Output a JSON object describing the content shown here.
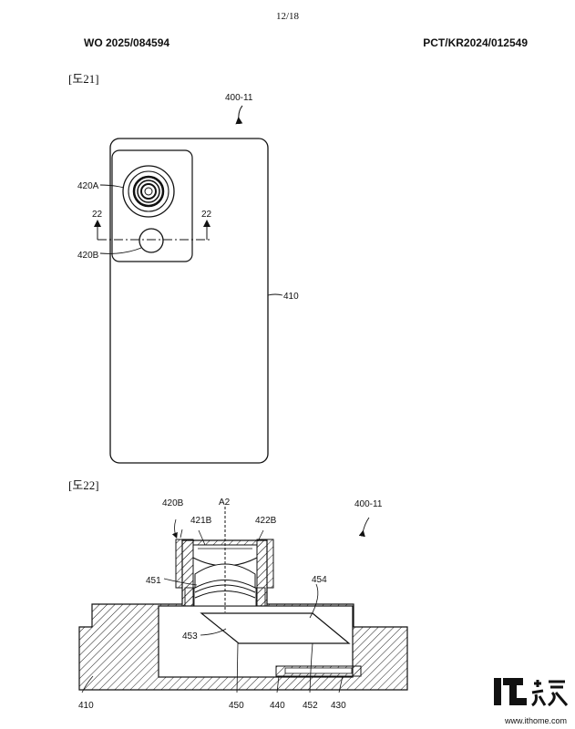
{
  "page": {
    "number": "12/18"
  },
  "header": {
    "pub_no": "WO 2025/084594",
    "app_no": "PCT/KR2024/012549"
  },
  "fig21": {
    "label": "[도21]",
    "refs": {
      "device": "400-11",
      "cam_a": "420A",
      "cam_b": "420B",
      "body": "410",
      "sec_left": "22",
      "sec_right": "22"
    }
  },
  "fig22": {
    "label": "[도22]",
    "refs": {
      "cam_b": "420B",
      "axis": "A2",
      "lens_front": "421B",
      "ring": "422B",
      "device": "400-11",
      "lens_inner": "451",
      "prism_edge": "454",
      "prism": "453",
      "housing": "410",
      "cavity": "450",
      "sensor_left": "440",
      "sensor_mid": "452",
      "sensor_base": "430"
    }
  },
  "watermark": {
    "logo": "IT之家",
    "site": "www.ithome.com"
  }
}
